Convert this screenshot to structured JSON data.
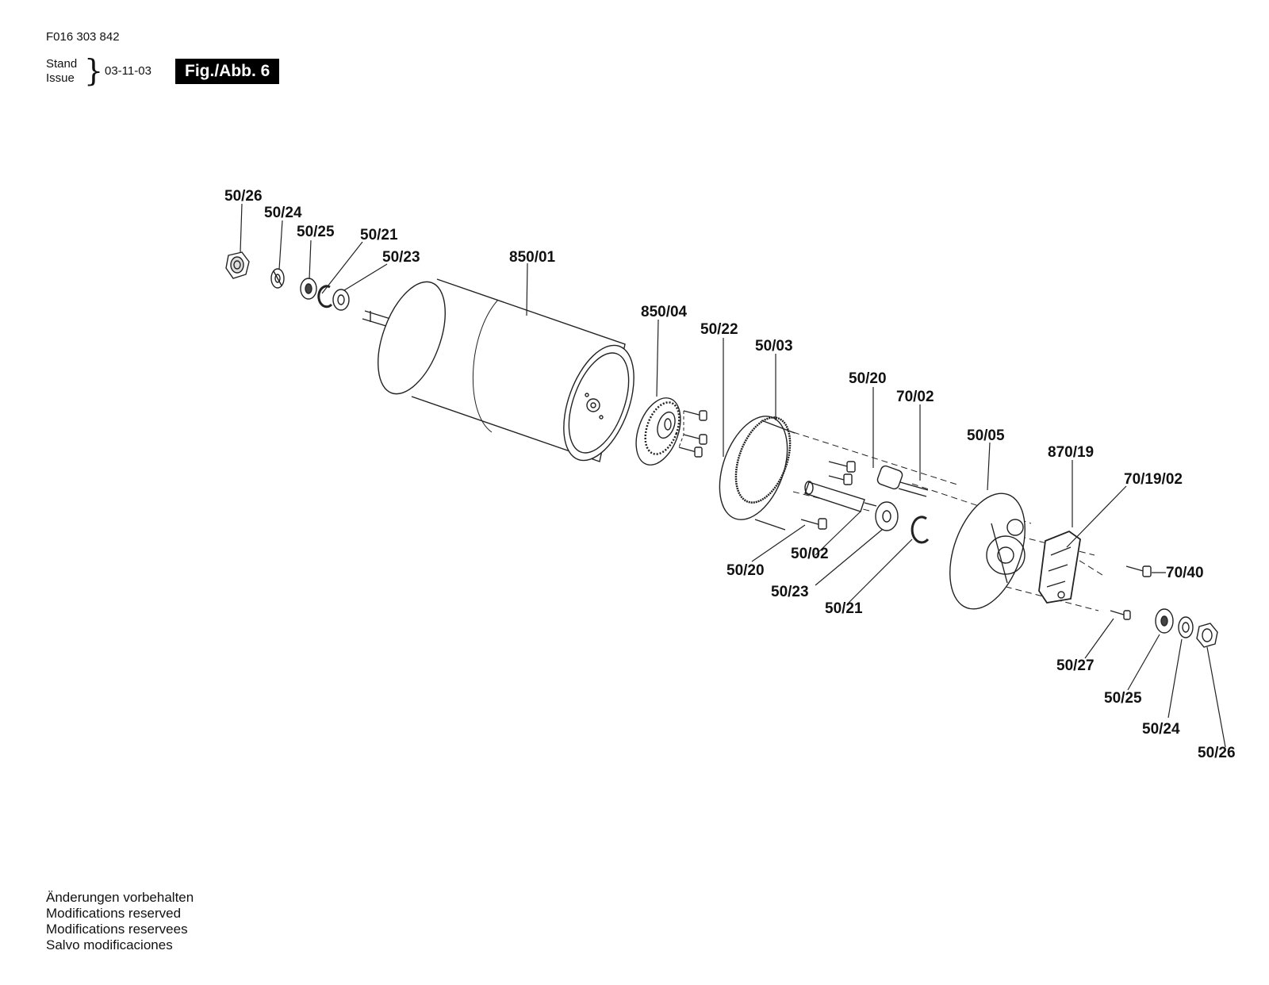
{
  "header": {
    "doc_number": "F016 303 842",
    "stand_label": "Stand",
    "issue_label": "Issue",
    "issue_date": "03-11-03",
    "figure_label": "Fig./Abb. 6"
  },
  "callouts": [
    "50/26",
    "50/24",
    "50/25",
    "50/21",
    "50/23",
    "850/01",
    "850/04",
    "50/22",
    "50/03",
    "50/20",
    "70/02",
    "50/05",
    "870/19",
    "70/19/02",
    "70/40",
    "50/20",
    "50/02",
    "50/23",
    "50/21",
    "50/27",
    "50/25",
    "50/24",
    "50/26"
  ],
  "footer": [
    "Änderungen vorbehalten",
    "Modifications reserved",
    "Modifications reservees",
    "Salvo modificaciones"
  ]
}
